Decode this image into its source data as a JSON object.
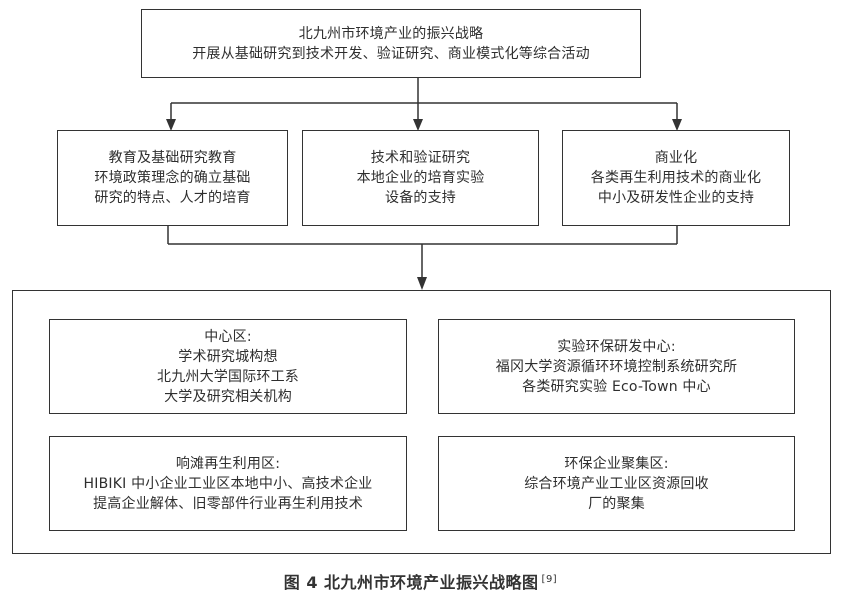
{
  "diagram": {
    "top": {
      "lines": [
        "北九州市环境产业的振兴战略",
        "开展从基础研究到技术开发、验证研究、商业模式化等综合活动"
      ]
    },
    "middle": [
      {
        "lines": [
          "教育及基础研究教育",
          "环境政策理念的确立基础",
          "研究的特点、人才的培育"
        ]
      },
      {
        "lines": [
          "技术和验证研究",
          "本地企业的培育实验",
          "设备的支持"
        ]
      },
      {
        "lines": [
          "商业化",
          "各类再生利用技术的商业化",
          "中小及研发性企业的支持"
        ]
      }
    ],
    "zones": [
      {
        "lines": [
          "中心区:",
          "学术研究城构想",
          "北九州大学国际环工系",
          "大学及研究相关机构"
        ]
      },
      {
        "lines": [
          "实验环保研发中心:",
          "福冈大学资源循环环境控制系统研究所",
          "各类研究实验 Eco-Town 中心"
        ]
      },
      {
        "lines": [
          "响滩再生利用区:",
          "HIBIKI 中小企业工业区本地中小、高技术企业",
          "提高企业解体、旧零部件行业再生利用技术"
        ]
      },
      {
        "lines": [
          "环保企业聚集区:",
          "综合环境产业工业区资源回收",
          "厂的聚集"
        ]
      }
    ],
    "colors": {
      "stroke": "#333333",
      "text": "#2e2e2e",
      "background": "#ffffff"
    }
  },
  "caption": {
    "text": "图 4  北九州市环境产业振兴战略图",
    "ref": "[9]"
  }
}
